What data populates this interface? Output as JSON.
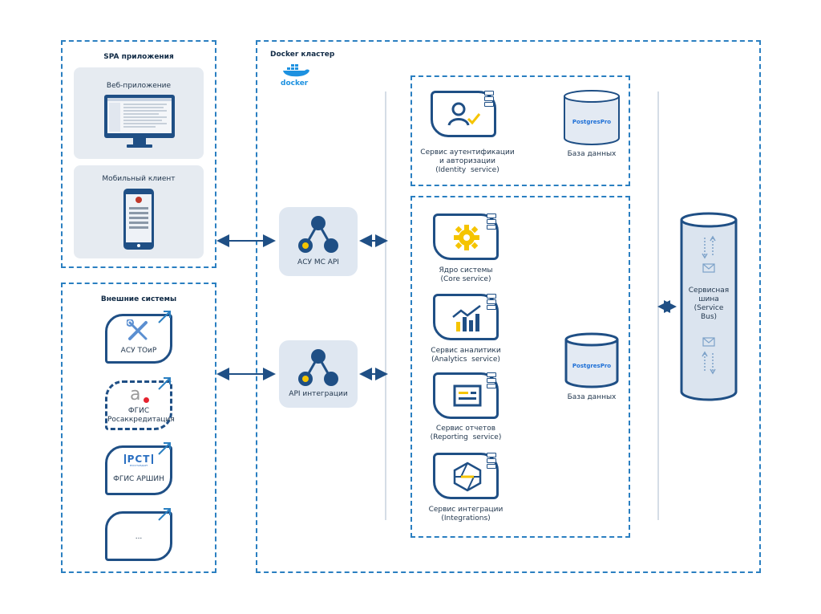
{
  "spa": {
    "title": "SPA приложения",
    "web_label": "Веб-приложение",
    "mobile_label": "Мобильный клиент"
  },
  "external": {
    "title": "Внешние системы",
    "items": [
      "АСУ ТОиР",
      "ФГИС Росаккредитация",
      "ФГИС АРШИН",
      "..."
    ],
    "rst_logo": "РСТ",
    "rst_sub": "РОССТАНДАРТ"
  },
  "docker": {
    "title": "Docker кластер",
    "logo_text": "docker"
  },
  "gateways": {
    "api_label": "АСУ МС API",
    "integration_label": "API интеграции"
  },
  "identity": {
    "service_label": "Сервис аутентификации\nи авторизации\n(Identity  service)",
    "db_label": "База данных",
    "db_logo": "PostgresPro"
  },
  "services": [
    {
      "label": "Ядро системы\n(Core service)",
      "icon": "gear-icon"
    },
    {
      "label": "Сервис аналитики\n(Analytics  service)",
      "icon": "analytics-chart-icon"
    },
    {
      "label": "Сервис отчетов\n(Reporting  service)",
      "icon": "report-icon"
    },
    {
      "label": "Сервис интеграции\n(Integrations)",
      "icon": "integration-icon"
    }
  ],
  "main_db": {
    "label": "База данных",
    "logo": "PostgresPro"
  },
  "bus": {
    "label": "Сервисная\nшина\n(Service\nBus)"
  },
  "colors": {
    "accent": "#2a7fc1",
    "dark": "#1f4f85",
    "yellow": "#f5c400"
  }
}
